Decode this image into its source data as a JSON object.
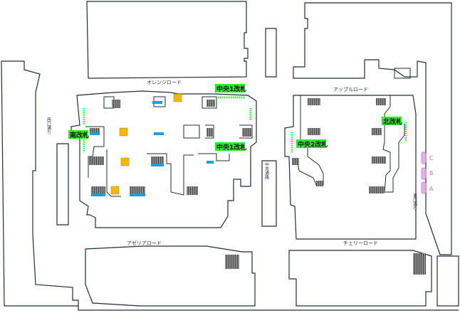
{
  "colors": {
    "outline": "#1f2d3d",
    "gate": "#2ee82e",
    "stairs": "#666666",
    "elevator": "#f5b800",
    "escalator": "#1aa0d8",
    "bus_stop": "#d070d0",
    "background": "#ffffff"
  },
  "roads": {
    "orange": "オレンジロード",
    "apple": "アップルロード",
    "azalea": "アゼリアロード",
    "cherry": "チェリーロード"
  },
  "vertical_labels": {
    "west": "西口通り",
    "center": "中央通路",
    "east": "東口通り"
  },
  "gates": {
    "central1_top": "中央1改札",
    "central1_bottom": "中央1改札",
    "south": "南改札",
    "central2": "中央2改札",
    "north": "北改札"
  },
  "bus_stops": [
    "C",
    "B",
    "A"
  ],
  "icons": {
    "stairs": "stairs-icon",
    "elevator": "elevator-icon",
    "escalator": "escalator-icon",
    "gate": "ticket-gate-icon"
  }
}
